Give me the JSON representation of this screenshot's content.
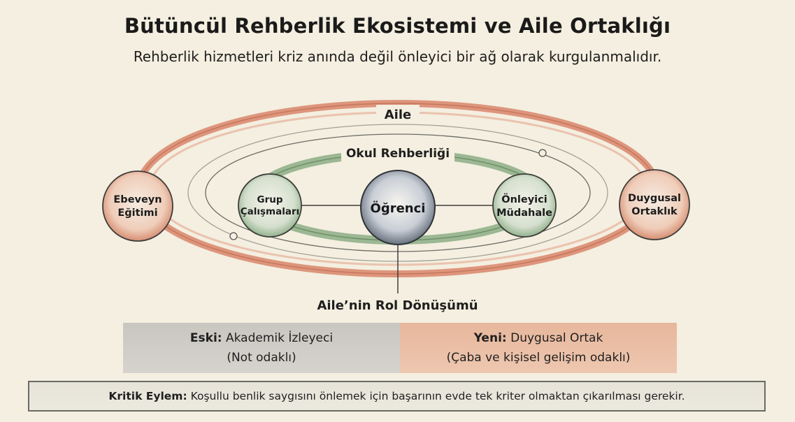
{
  "header": {
    "title": "Bütüncül Rehberlik Ekosistemi ve Aile Ortaklığı",
    "subtitle": "Rehberlik hizmetleri kriz anında değil önleyici bir ağ olarak kurgulanmalıdır."
  },
  "diagram": {
    "outer_ring_label": "Aile",
    "inner_ring_label": "Okul Rehberliği",
    "nodes": {
      "left_outer": [
        "Ebeveyn",
        "Eğitimi"
      ],
      "left_inner": [
        "Grup",
        "Çalışmaları"
      ],
      "center": "Öğrenci",
      "right_inner": [
        "Önleyici",
        "Müdahale"
      ],
      "right_outer": [
        "Duygusal",
        "Ortaklık"
      ]
    },
    "colors": {
      "family_ring": "#d8856a",
      "school_ring": "#7fa47a",
      "student_node": "#8a96a8"
    }
  },
  "role_change": {
    "heading": "Aile’nin Rol Dönüşümü",
    "old": {
      "label": "Eski:",
      "text": "Akademik İzleyeci",
      "note": "(Not odaklı)"
    },
    "new": {
      "label": "Yeni:",
      "text": "Duygusal Ortak",
      "note": "(Çaba ve kişisel gelişim odaklı)"
    }
  },
  "critical_action": {
    "label": "Kritik Eylem:",
    "text": "Koşullu benlik saygısını önlemek için başarının evde tek kriter olmaktan çıkarılması gerekir."
  }
}
